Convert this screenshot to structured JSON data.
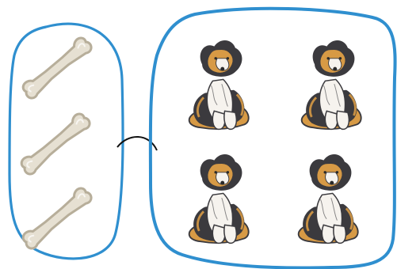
{
  "illustration": {
    "left_group": {
      "item": "bone-icon",
      "count": 3
    },
    "right_group": {
      "item": "dog-icon",
      "count": 4
    },
    "connector": "curved-line",
    "colors": {
      "outline": "#2f8fcf",
      "connector": "#111111",
      "bone_fill": "#e6e0d2",
      "bone_shadow": "#b7ae9a",
      "dog_dark": "#3b3a3e",
      "dog_tan": "#d79a45",
      "dog_white": "#f6f3ee"
    }
  }
}
